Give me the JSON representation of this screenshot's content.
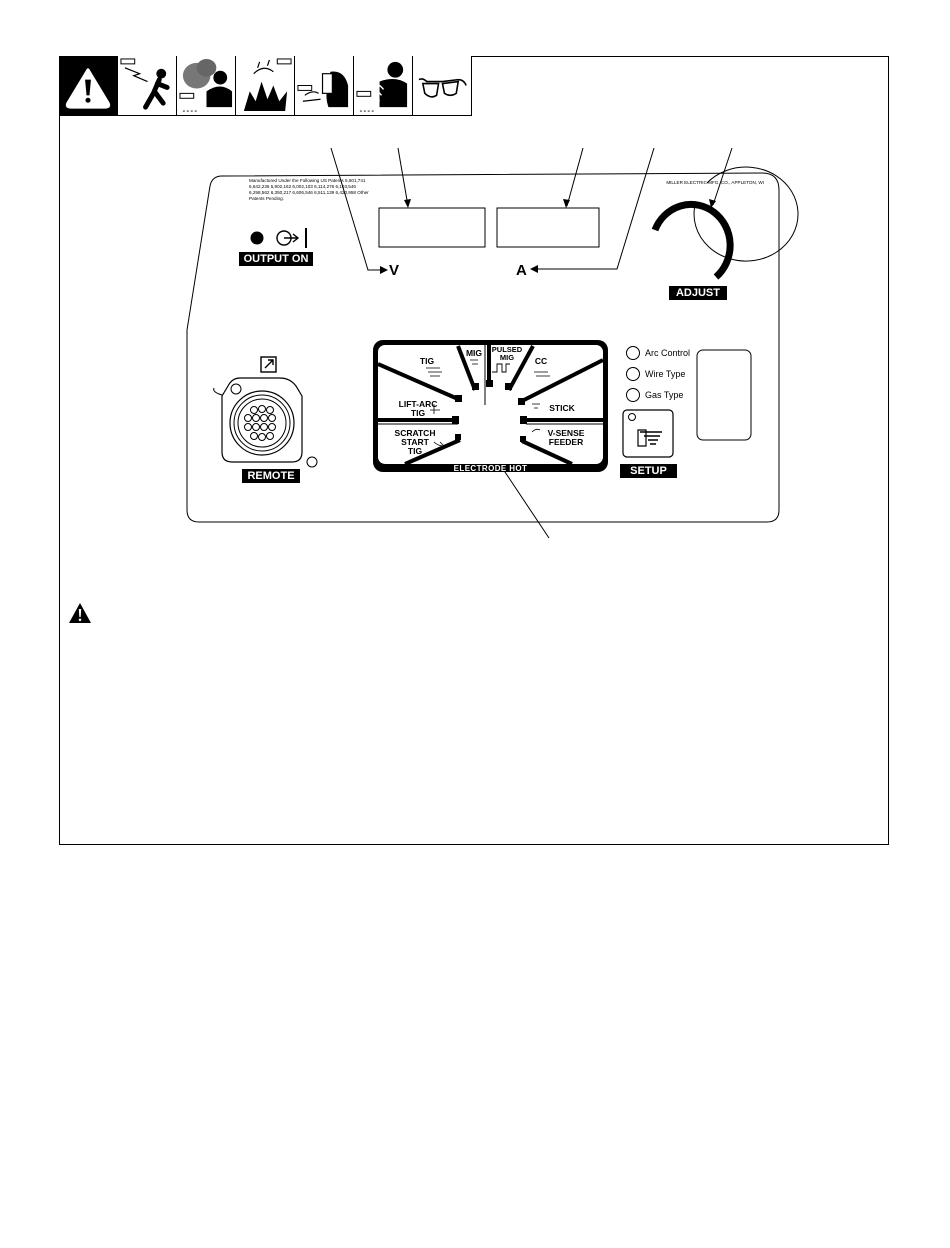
{
  "hazard_icons": [
    "general-warning-icon",
    "electric-shock-icon",
    "fumes-gases-icon",
    "fire-explosion-icon",
    "arc-rays-icon",
    "hot-parts-icon",
    "safety-glasses-icon"
  ],
  "panel": {
    "patent_text": "Manufactured Under the Following US Patents 5,601,741 6,642,236 5,902,162 6,002,103 6,114,276 6,103,546 6,298,562 6,350,217 6,606,546 6,511,139 6,423,958 Other Patents Pending.",
    "manufacturer": "MILLER ELECTRIC MFG. CO., APPLETON, WI",
    "output_on_label": "OUTPUT ON",
    "volts_label": "V",
    "amps_label": "A",
    "adjust_label": "ADJUST",
    "remote_label": "REMOTE",
    "setup_label": "SETUP",
    "setup_options": [
      "Arc Control",
      "Wire Type",
      "Gas Type"
    ],
    "process": {
      "tig": "TIG",
      "mig": "MIG",
      "pulsed_mig": "PULSED MIG",
      "cc": "CC",
      "lift_arc_tig": "LIFT-ARC TIG",
      "stick": "STICK",
      "scratch_start_tig": "SCRATCH START TIG",
      "v_sense_feeder": "V-SENSE FEEDER",
      "electrode_hot": "ELECTRODE HOT"
    }
  }
}
